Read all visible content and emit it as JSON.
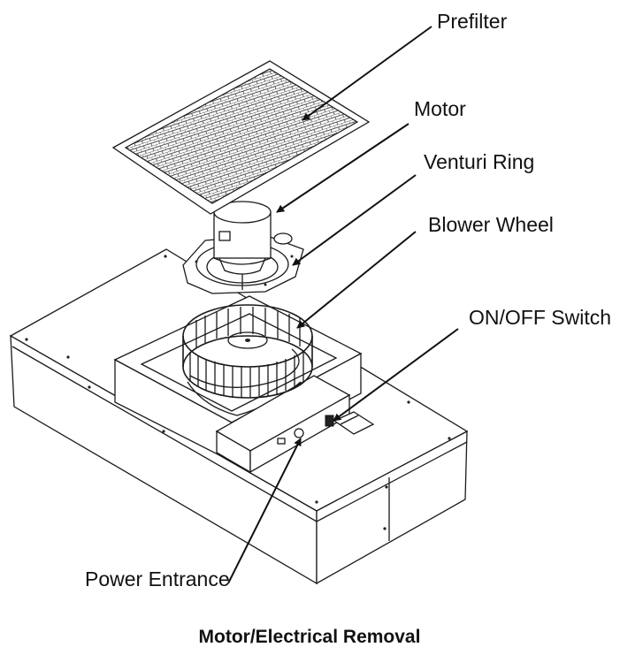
{
  "labels": {
    "prefilter": "Prefilter",
    "motor": "Motor",
    "venturi_ring": "Venturi Ring",
    "blower_wheel": "Blower Wheel",
    "on_off_switch": "ON/OFF Switch",
    "power_entrance": "Power Entrance"
  },
  "caption": "Motor/Electrical Removal"
}
